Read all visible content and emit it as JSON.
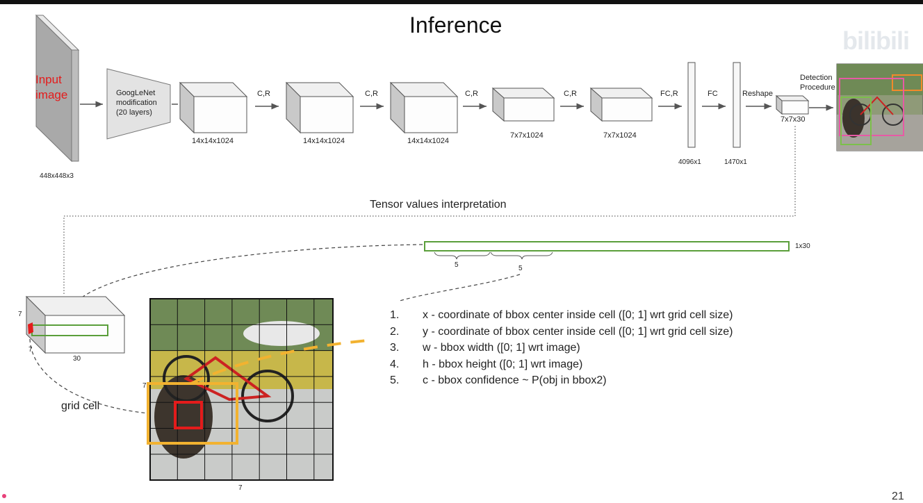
{
  "title": "Inference",
  "input_label": "Input\nimage",
  "input_size": "448x448x3",
  "googlenet_label": "GoogLeNet\nmodification\n(20 layers)",
  "layers": [
    {
      "size": "14x14x1024"
    },
    {
      "size": "14x14x1024"
    },
    {
      "size": "14x14x1024"
    },
    {
      "size": "7x7x1024"
    },
    {
      "size": "7x7x1024"
    }
  ],
  "arrow_labels": [
    "C,R",
    "C,R",
    "C,R",
    "C,R",
    "FC,R",
    "FC",
    "Reshape"
  ],
  "fc_layers": [
    {
      "size": "4096x1"
    },
    {
      "size": "1470x1"
    }
  ],
  "output_tensor": "7x7x30",
  "detection_label": "Detection\nProcedure",
  "tensor_title": "Tensor values interpretation",
  "vector": {
    "size": "1x30",
    "brace_left": "5",
    "brace_right": "5"
  },
  "cube": {
    "dim_top": "7",
    "dim_side": "7",
    "dim_bottom": "30"
  },
  "grid": {
    "rows_label": "7",
    "cols_label": "7"
  },
  "grid_cell_label": "grid cell",
  "items": [
    {
      "num": "1.",
      "text": "x - coordinate of bbox center inside cell ([0; 1] wrt grid cell size)"
    },
    {
      "num": "2.",
      "text": "y - coordinate of bbox center inside cell ([0; 1] wrt grid cell size)"
    },
    {
      "num": "3.",
      "text": "w - bbox width ([0; 1] wrt image)"
    },
    {
      "num": "4.",
      "text": "h - bbox height ([0; 1] wrt image)"
    },
    {
      "num": "5.",
      "text": "c - bbox confidence ~ P(obj in bbox2)"
    }
  ],
  "page_number": "21",
  "watermark": "bilibili",
  "colors": {
    "green": "#5a9e3a",
    "red": "#e41b1b",
    "yellow": "#f2b230",
    "gray": "#c8c8c8"
  }
}
